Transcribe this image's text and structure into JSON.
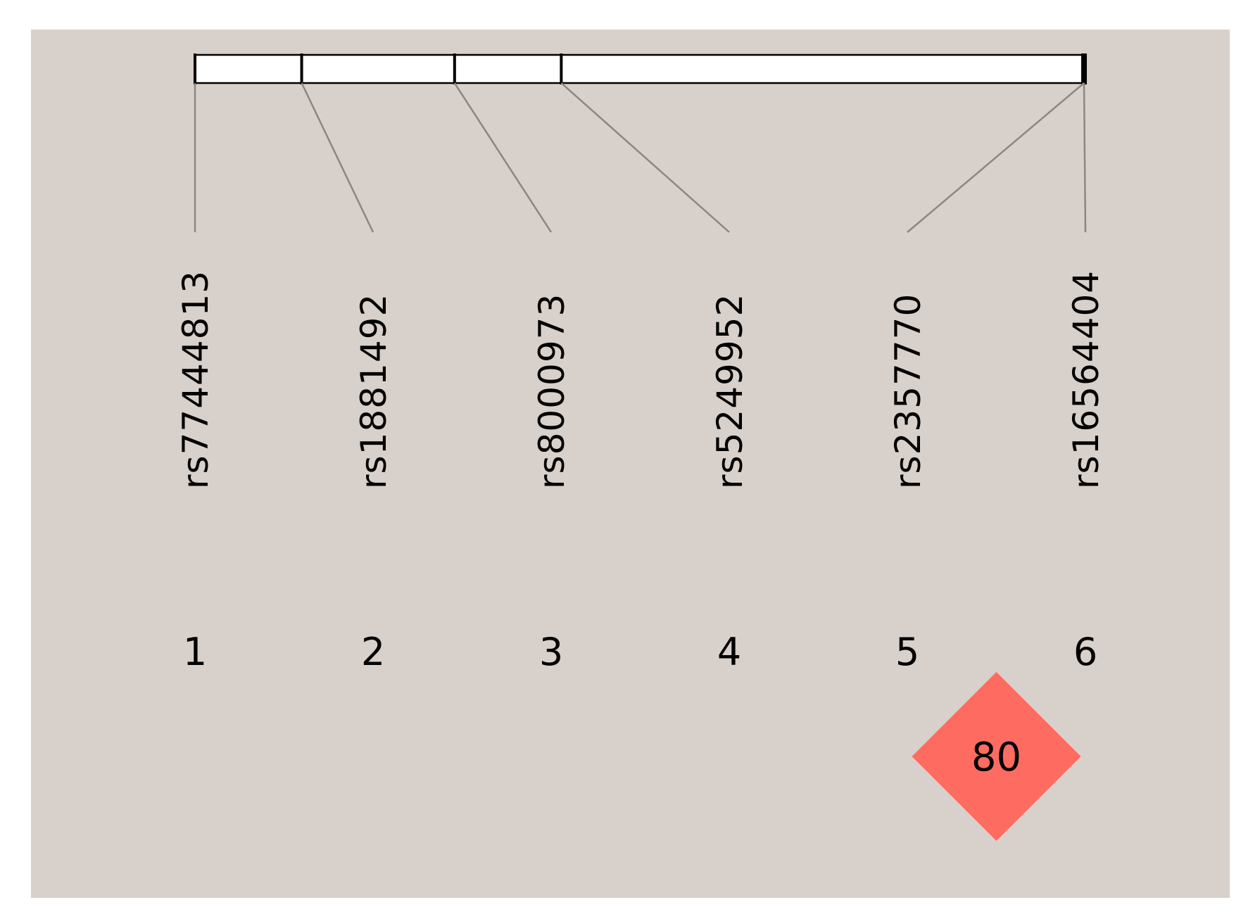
{
  "diagram": {
    "background_color": "#d8d0ca",
    "track_fill_color": "#ffffff",
    "track_stroke_color": "#000000",
    "connector_color": "#8c8782",
    "snps": [
      {
        "index": "1",
        "rsid": "rs77444813",
        "position_fraction": 0.0
      },
      {
        "index": "2",
        "rsid": "rs1881492",
        "position_fraction": 0.12
      },
      {
        "index": "3",
        "rsid": "rs8000973",
        "position_fraction": 0.292
      },
      {
        "index": "4",
        "rsid": "rs5249952",
        "position_fraction": 0.412
      },
      {
        "index": "5",
        "rsid": "rs2357770",
        "position_fraction": 1.0
      },
      {
        "index": "6",
        "rsid": "rs16564404",
        "position_fraction": 1.0
      }
    ],
    "ld_pairs": [
      {
        "pair": [
          "5",
          "6"
        ],
        "value": "80",
        "color": "#fe6b61"
      }
    ]
  }
}
